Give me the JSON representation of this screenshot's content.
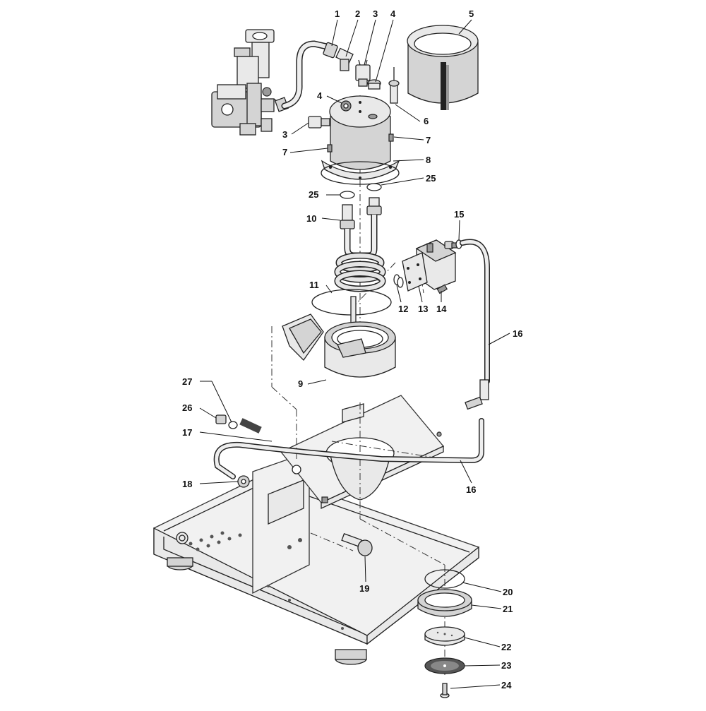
{
  "diagram": {
    "part_numbers": [
      "1",
      "2",
      "3",
      "4",
      "5",
      "6",
      "7",
      "8",
      "9",
      "10",
      "11",
      "12",
      "13",
      "14",
      "15",
      "16",
      "17",
      "18",
      "19",
      "20",
      "21",
      "22",
      "23",
      "24",
      "25",
      "26",
      "27"
    ],
    "labels": {
      "p1": "1",
      "p2": "2",
      "p3a": "3",
      "p3b": "3",
      "p4a": "4",
      "p4b": "4",
      "p5": "5",
      "p6": "6",
      "p7a": "7",
      "p7b": "7",
      "p8": "8",
      "p9": "9",
      "p10": "10",
      "p11": "11",
      "p12": "12",
      "p13": "13",
      "p14": "14",
      "p15": "15",
      "p16a": "16",
      "p16b": "16",
      "p17": "17",
      "p18": "18",
      "p19": "19",
      "p20": "20",
      "p21": "21",
      "p22": "22",
      "p23": "23",
      "p24": "24",
      "p25a": "25",
      "p25b": "25",
      "p26": "26",
      "p27": "27"
    }
  }
}
